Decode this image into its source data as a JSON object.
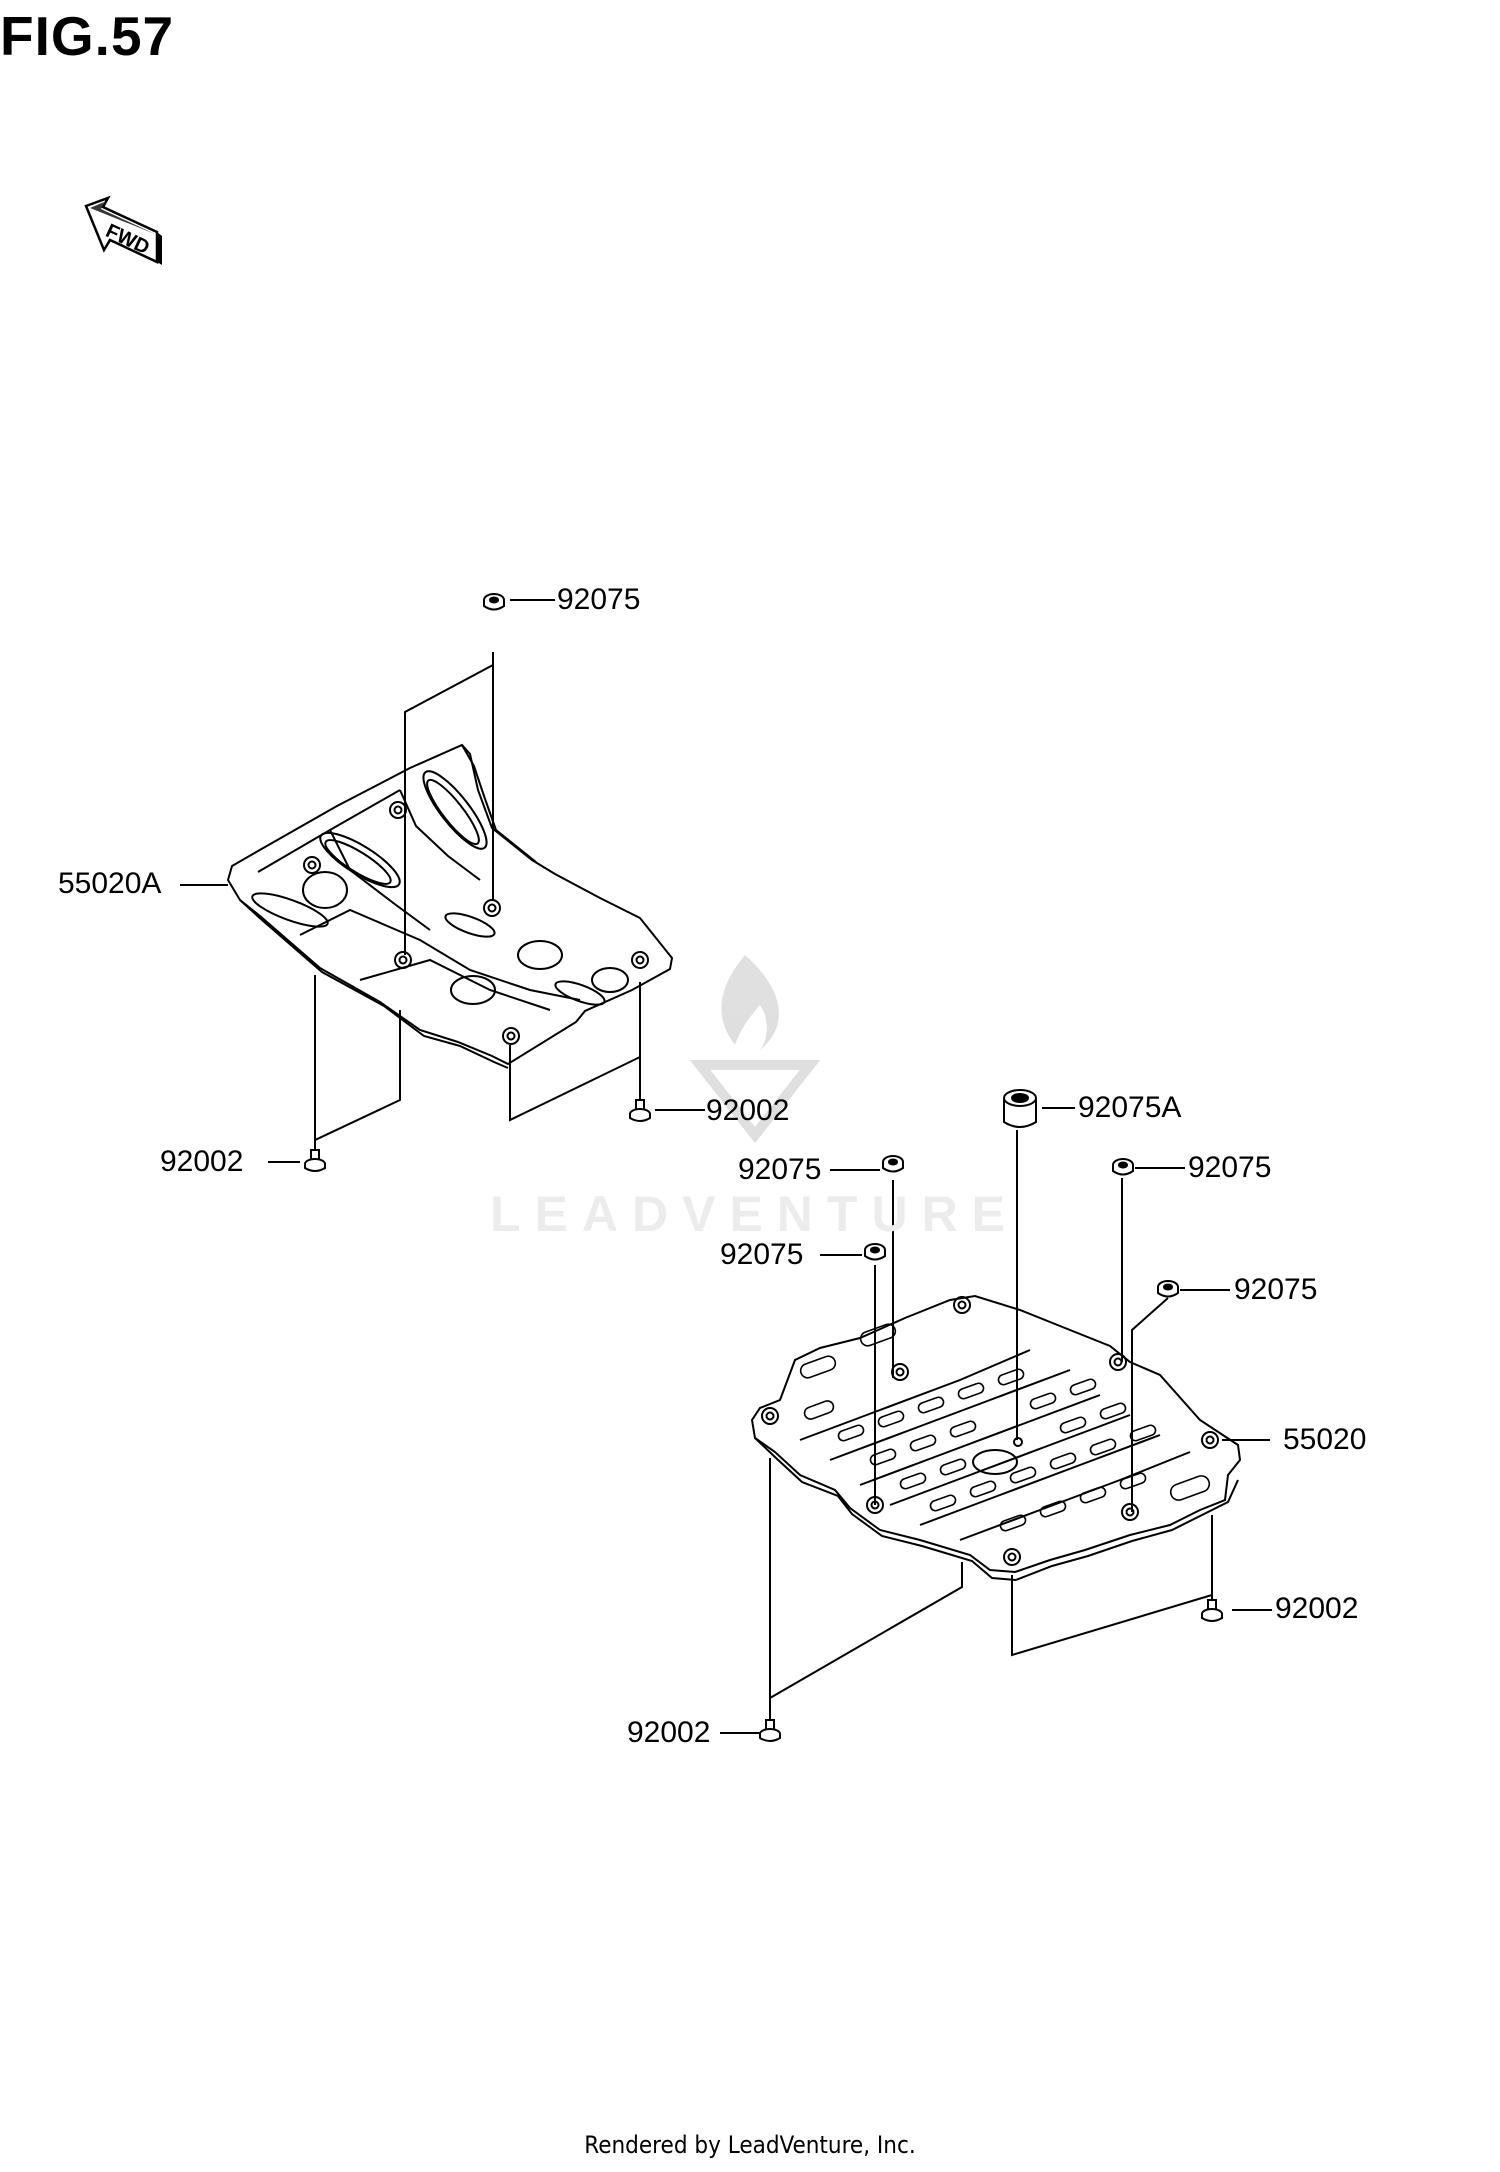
{
  "figure": {
    "title": "FIG.57"
  },
  "fwd_arrow": {
    "label": "FWD"
  },
  "watermark": {
    "text": "LEADVENTURE"
  },
  "parts": {
    "p1": "92075",
    "p2": "55020A",
    "p3": "92002",
    "p4": "92002",
    "p5": "92075A",
    "p6": "92075",
    "p7": "92075",
    "p8": "92075",
    "p9": "92075",
    "p10": "55020",
    "p11": "92002",
    "p12": "92002"
  },
  "footer": {
    "text": "Rendered by LeadVenture, Inc."
  }
}
